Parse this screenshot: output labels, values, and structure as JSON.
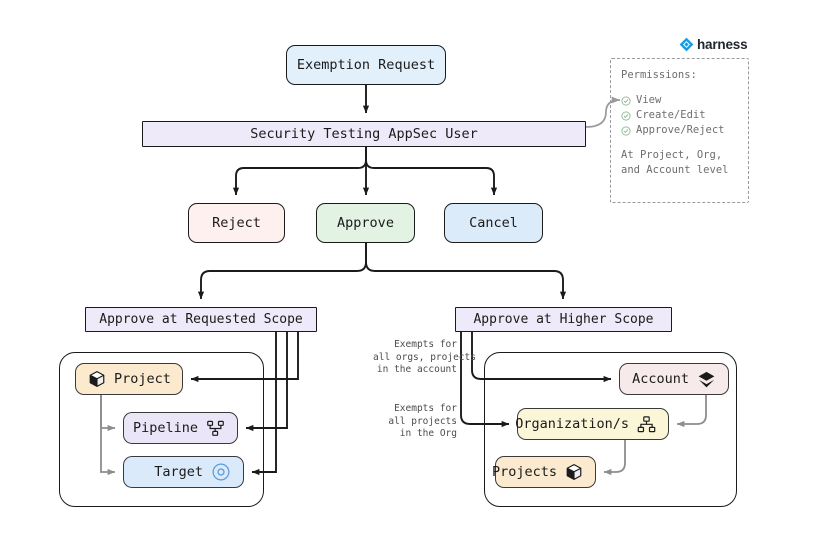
{
  "brand": {
    "name": "harness",
    "logo_icon": "harness-diamond-icon",
    "color": "#1a9ae0"
  },
  "flow": {
    "entry": {
      "label": "Exemption Request",
      "color": "#e1f0fb"
    },
    "actor": {
      "label": "Security Testing AppSec User",
      "color": "#eeeaf9"
    },
    "actions": [
      {
        "name": "reject",
        "label": "Reject",
        "color": "#fdf0ef"
      },
      {
        "name": "approve",
        "label": "Approve",
        "color": "#e2f3e3"
      },
      {
        "name": "cancel",
        "label": "Cancel",
        "color": "#dcebfa"
      }
    ],
    "scopes": [
      {
        "name": "requested",
        "label": "Approve at Requested Scope",
        "color": "#eeeaf9"
      },
      {
        "name": "higher",
        "label": "Approve at Higher Scope",
        "color": "#eeeaf9"
      }
    ]
  },
  "requested_scope_cluster": {
    "items": [
      {
        "name": "project",
        "label": "Project",
        "icon": "cube-icon",
        "color": "#fbeace"
      },
      {
        "name": "pipeline",
        "label": "Pipeline",
        "icon": "pipeline-icon",
        "color": "#eae6f7"
      },
      {
        "name": "target",
        "label": "Target",
        "icon": "target-icon",
        "color": "#dbeafb"
      }
    ]
  },
  "higher_scope_cluster": {
    "items": [
      {
        "name": "account",
        "label": "Account",
        "icon": "layers-icon",
        "color": "#f7eaea"
      },
      {
        "name": "orgs",
        "label": "Organization/s",
        "icon": "org-tree-icon",
        "color": "#fcf6d9"
      },
      {
        "name": "projects",
        "label": "Projects",
        "icon": "cube-icon",
        "color": "#fbeacf"
      }
    ],
    "edge_labels": [
      {
        "name": "exempts-account",
        "text": "Exempts for\nall orgs, projects\nin the account"
      },
      {
        "name": "exempts-org",
        "text": "Exempts for\nall projects\nin the Org"
      }
    ]
  },
  "permissions": {
    "title": "Permissions:",
    "items": [
      "View",
      "Create/Edit",
      "Approve/Reject"
    ],
    "footnote": "At Project, Org,\nand Account level",
    "check_icon": "check-circle-icon",
    "check_color": "#7aa97a"
  },
  "chart_data": {
    "type": "diagram",
    "title": "Exemption Request approval flow",
    "nodes": [
      "Exemption Request",
      "Security Testing AppSec User",
      "Reject",
      "Approve",
      "Cancel",
      "Approve at Requested Scope",
      "Approve at Higher Scope",
      "Project",
      "Pipeline",
      "Target",
      "Account",
      "Organization/s",
      "Projects"
    ],
    "edges": [
      {
        "from": "Exemption Request",
        "to": "Security Testing AppSec User"
      },
      {
        "from": "Security Testing AppSec User",
        "to": "Reject"
      },
      {
        "from": "Security Testing AppSec User",
        "to": "Approve"
      },
      {
        "from": "Security Testing AppSec User",
        "to": "Cancel"
      },
      {
        "from": "Security Testing AppSec User",
        "to": "Permissions",
        "style": "gray"
      },
      {
        "from": "Approve",
        "to": "Approve at Requested Scope"
      },
      {
        "from": "Approve",
        "to": "Approve at Higher Scope"
      },
      {
        "from": "Approve at Requested Scope",
        "to": "Project"
      },
      {
        "from": "Approve at Requested Scope",
        "to": "Pipeline"
      },
      {
        "from": "Approve at Requested Scope",
        "to": "Target"
      },
      {
        "from": "Approve at Higher Scope",
        "to": "Account",
        "label": "Exempts for all orgs, projects in the account"
      },
      {
        "from": "Approve at Higher Scope",
        "to": "Organization/s",
        "label": "Exempts for all projects in the Org"
      },
      {
        "from": "Project",
        "to": "Pipeline",
        "style": "gray"
      },
      {
        "from": "Project",
        "to": "Target",
        "style": "gray"
      },
      {
        "from": "Account",
        "to": "Organization/s",
        "style": "gray"
      },
      {
        "from": "Organization/s",
        "to": "Projects",
        "style": "gray"
      }
    ]
  }
}
